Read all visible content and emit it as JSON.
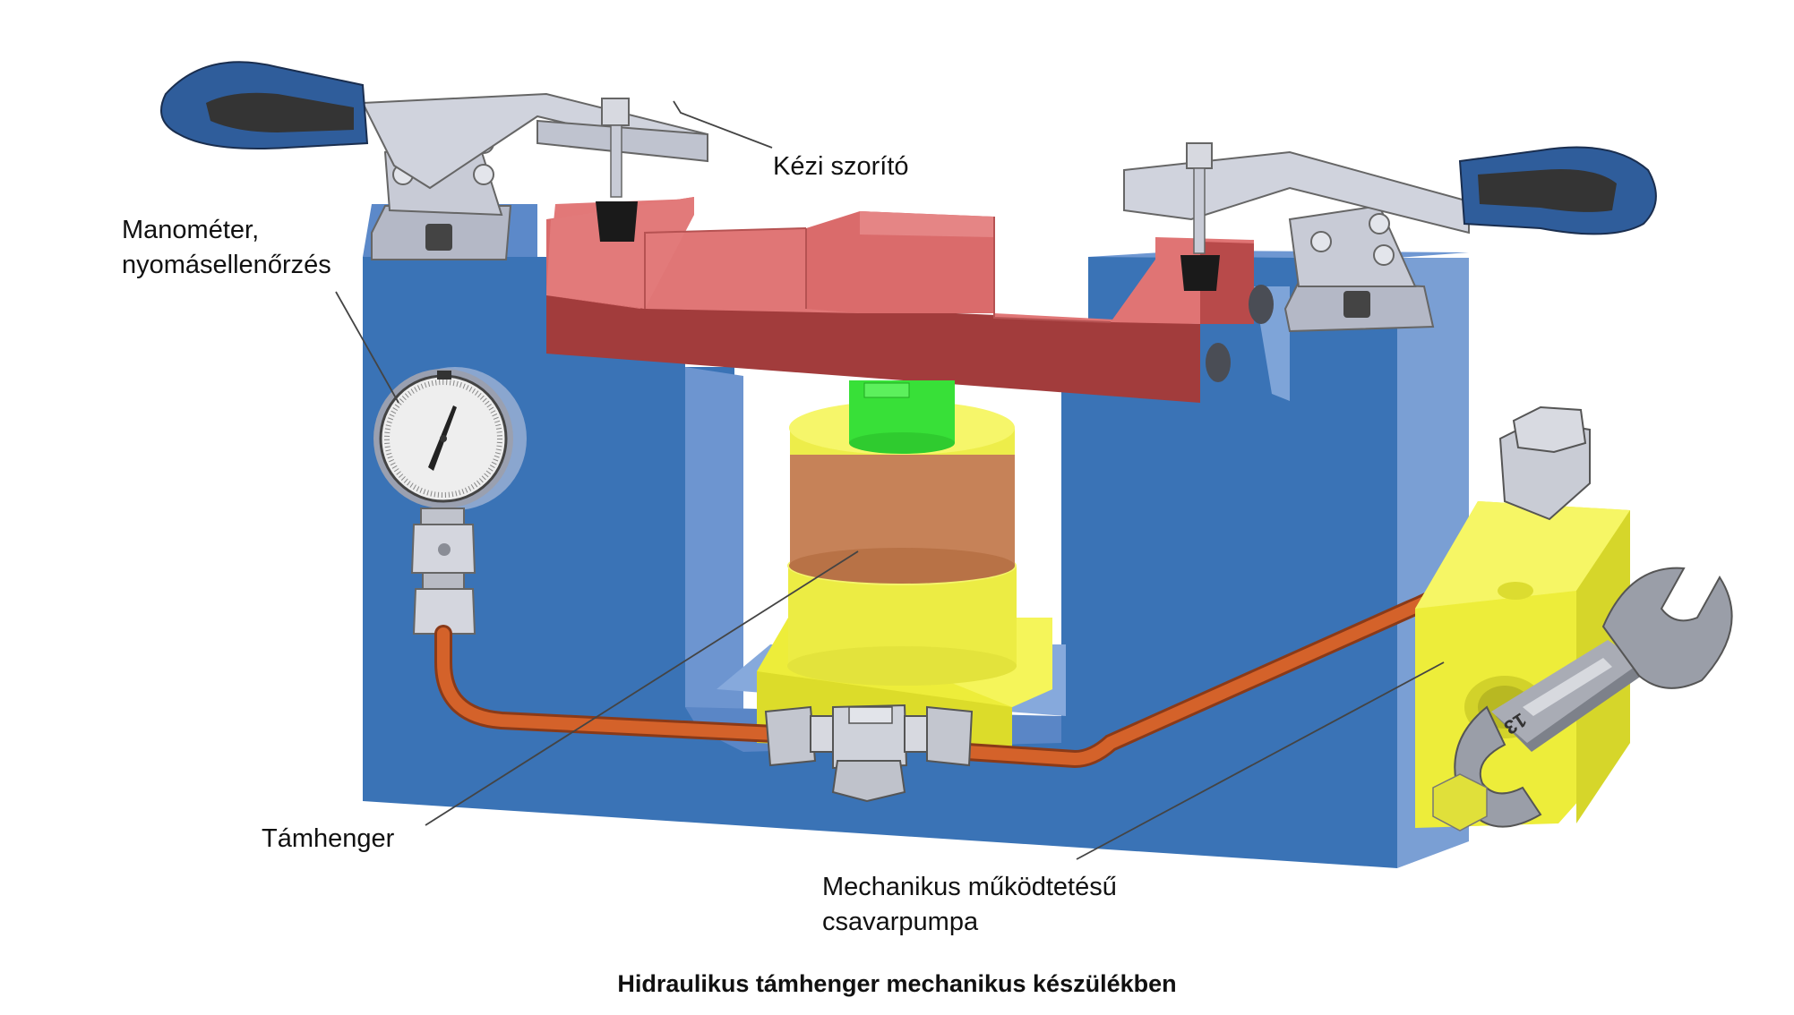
{
  "labels": {
    "clamp": "Kézi szorító",
    "gauge_line1": "Manométer,",
    "gauge_line2": "nyomásellenőrzés",
    "cylinder": "Támhenger",
    "pump_line1": "Mechanikus működtetésű",
    "pump_line2": "csavarpumpa"
  },
  "caption": "Hidraulikus támhenger mechanikus készülékben",
  "wrench_marking": "13",
  "colors": {
    "frame_blue": "#3a73b6",
    "frame_blue_side": "#7a9fd4",
    "clamp_bar_red": "#e07676",
    "clamp_bar_red_dark": "#a23c3c",
    "cylinder_yellow": "#f2f24a",
    "cylinder_bronze": "#c68258",
    "piston_green": "#38e038",
    "pipe_copper": "#d4622a",
    "handle_blue": "#2f5d9b",
    "steel": "#c8cbd6"
  }
}
